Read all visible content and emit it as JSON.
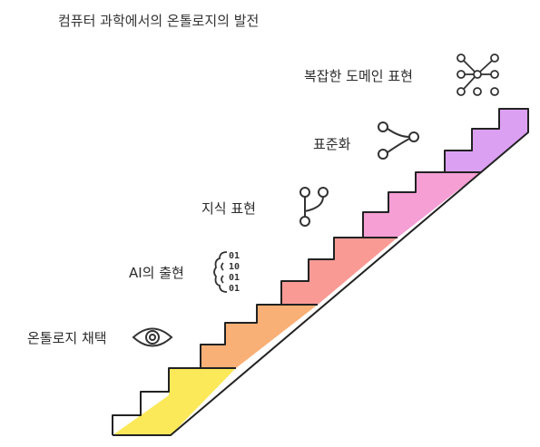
{
  "title": "컴퓨터 과학에서의 온톨로지의 발전",
  "steps": [
    {
      "label": "온톨로지 채택",
      "icon": "eye-icon",
      "color": "#fbe95a"
    },
    {
      "label": "AI의 출현",
      "icon": "brain-binary-icon",
      "color": "#f9b077"
    },
    {
      "label": "지식 표현",
      "icon": "branch-icon",
      "color": "#f99a95"
    },
    {
      "label": "표준화",
      "icon": "share-nodes-icon",
      "color": "#f59fd5"
    },
    {
      "label": "복잡한 도메인 표현",
      "icon": "network-grid-icon",
      "color": "#dca0f3"
    }
  ]
}
